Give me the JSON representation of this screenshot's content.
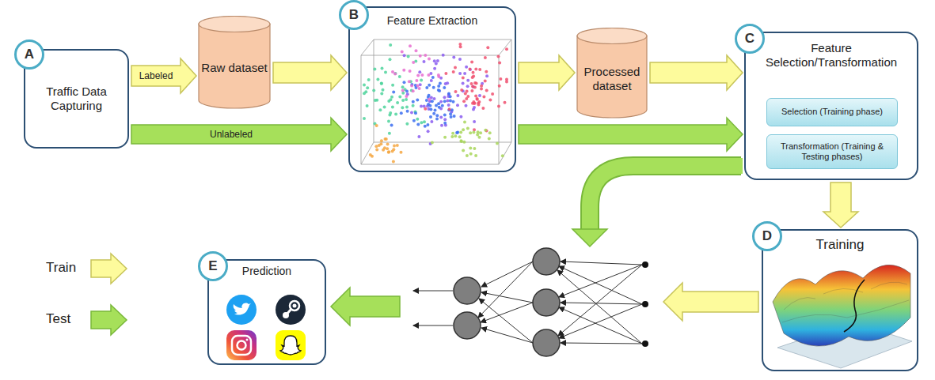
{
  "diagram": {
    "nodes": [
      {
        "text": [
          "Traffic Data Capturing"
        ]
      },
      {
        "text": [
          "A"
        ],
        "in": 0
      },
      {
        "text": [
          "Raw dataset"
        ]
      },
      {
        "text": [
          "Feature Extraction"
        ]
      },
      {
        "text": [
          "B"
        ],
        "in": 3
      },
      {
        "text": [
          "Processed dataset"
        ]
      },
      {
        "text": [
          "Feature Selection/Transformation"
        ]
      },
      {
        "text": [
          "C"
        ],
        "in": 6
      },
      {
        "text": [
          "Selection (Training phase)"
        ],
        "in": 6
      },
      {
        "text": [
          "Transformation (Training & Testing phases)"
        ],
        "in": 6
      },
      {
        "text": [
          "Training"
        ]
      },
      {
        "text": [
          "D"
        ],
        "in": 10
      },
      {
        "text": [
          "Prediction"
        ]
      },
      {
        "text": [
          "E"
        ],
        "in": 12
      }
    ],
    "edges": [
      {
        "from": 0,
        "to": 2,
        "arrow": "to",
        "label": "Labeled"
      },
      {
        "from": 2,
        "to": 3,
        "arrow": "to"
      },
      {
        "from": 0,
        "to": 3,
        "arrow": "to",
        "label": "Unlabeled"
      },
      {
        "from": 3,
        "to": 5,
        "arrow": "to"
      },
      {
        "from": 5,
        "to": 6,
        "arrow": "to"
      },
      {
        "from": 3,
        "to": 6,
        "arrow": "to"
      },
      {
        "from": 6,
        "to": 10,
        "arrow": "to"
      }
    ],
    "legend": [
      {
        "text": "Train"
      },
      {
        "text": "Test"
      }
    ]
  }
}
